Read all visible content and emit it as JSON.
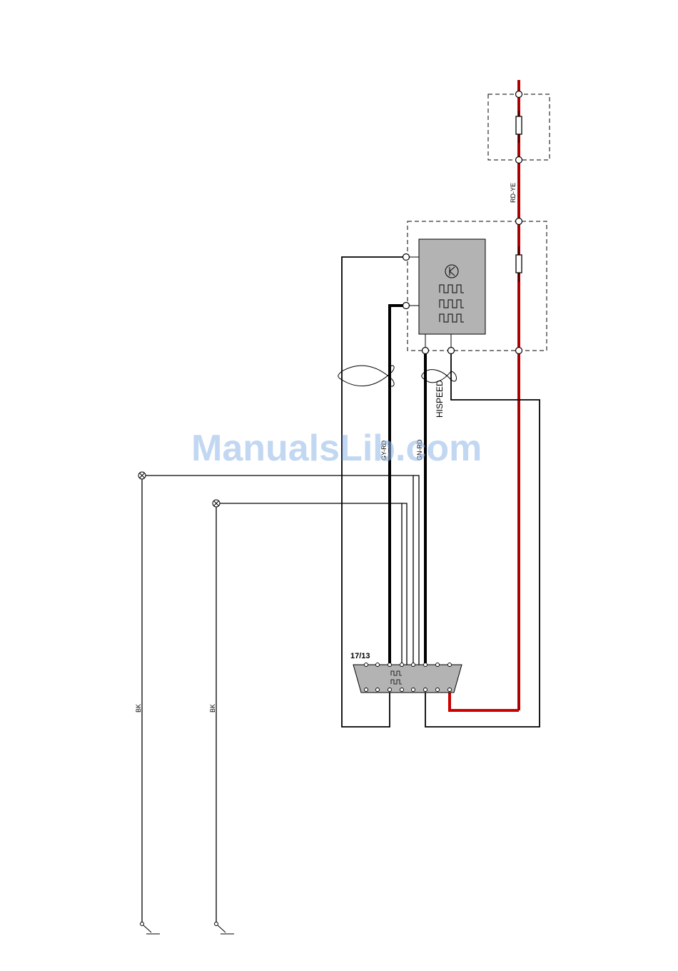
{
  "diagram": {
    "connector_label": "17/13",
    "wire_labels": {
      "rd_ye": "RD-YE",
      "gy_rd": "GY-RD",
      "gn_rd": "GN-RD",
      "hispeed": "HISPEED",
      "bk_left": "BK",
      "bk_right": "BK"
    },
    "watermark": "ManualsLib.com",
    "colors": {
      "power_wire": "#cc0000",
      "module_fill": "#b3b3b3",
      "connector_fill": "#b3b3b3"
    },
    "icons": [
      "fuse-icon",
      "transistor-icon",
      "square-wave-icon",
      "lamp-icon",
      "ground-switch-icon",
      "twisted-pair-icon"
    ]
  }
}
